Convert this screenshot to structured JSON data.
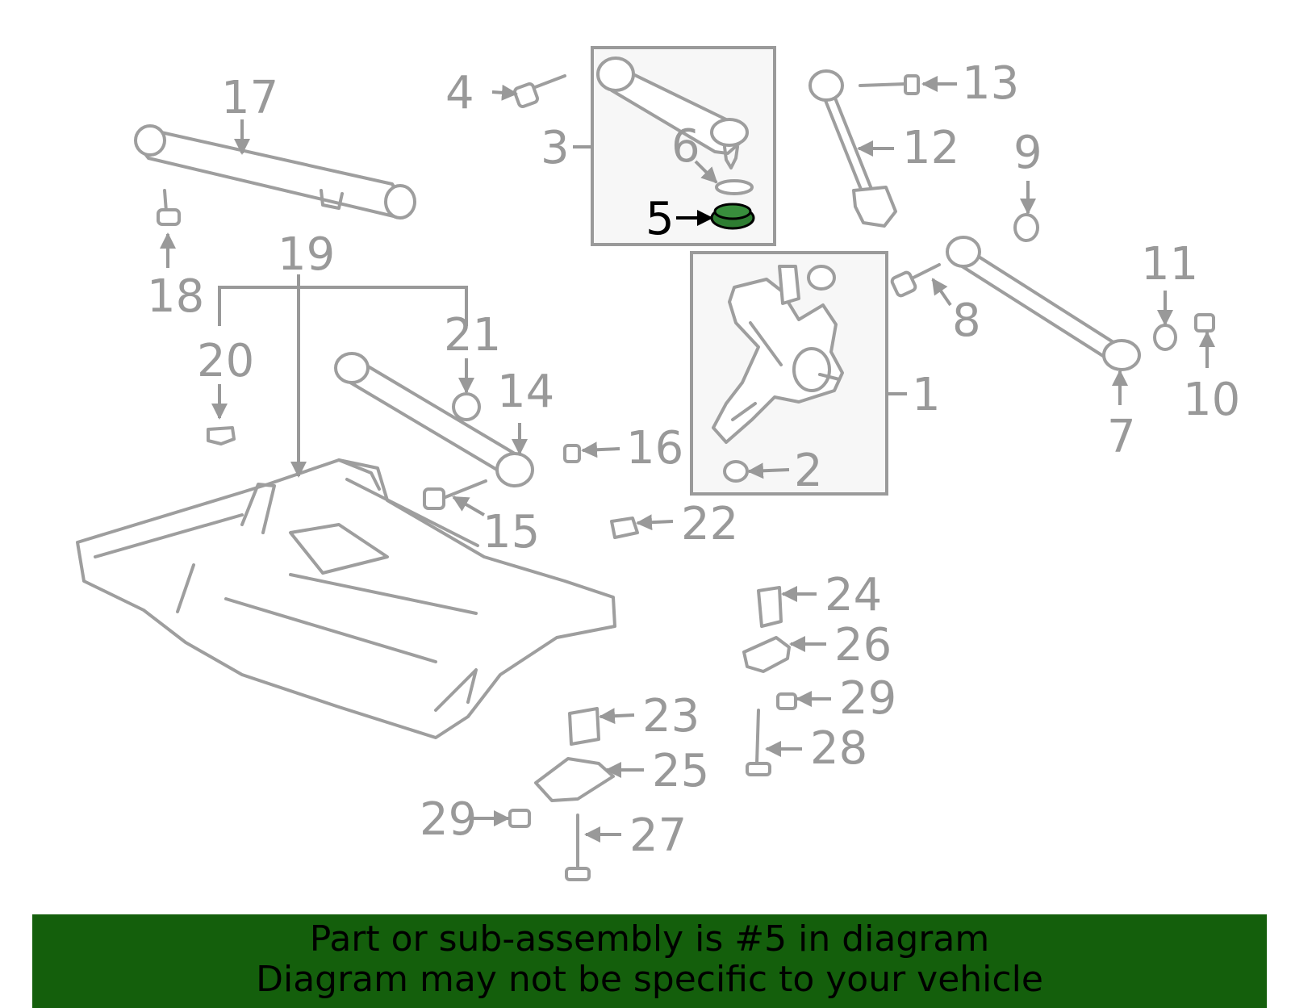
{
  "highlighted_part": "5",
  "colors": {
    "part_line": "#9e9e9e",
    "callout": "#999999",
    "highlight_callout": "#000000",
    "highlight_fill": "#2e7d32",
    "banner_background": "#145f0c",
    "banner_text": "#000000",
    "box_fill": "#f7f7f7"
  },
  "callouts": [
    {
      "id": "c1",
      "label": "1"
    },
    {
      "id": "c2",
      "label": "2"
    },
    {
      "id": "c3",
      "label": "3"
    },
    {
      "id": "c4",
      "label": "4"
    },
    {
      "id": "c5",
      "label": "5"
    },
    {
      "id": "c6",
      "label": "6"
    },
    {
      "id": "c7",
      "label": "7"
    },
    {
      "id": "c8",
      "label": "8"
    },
    {
      "id": "c9",
      "label": "9"
    },
    {
      "id": "c10",
      "label": "10"
    },
    {
      "id": "c11",
      "label": "11"
    },
    {
      "id": "c12",
      "label": "12"
    },
    {
      "id": "c13",
      "label": "13"
    },
    {
      "id": "c14",
      "label": "14"
    },
    {
      "id": "c15",
      "label": "15"
    },
    {
      "id": "c16",
      "label": "16"
    },
    {
      "id": "c17",
      "label": "17"
    },
    {
      "id": "c18",
      "label": "18"
    },
    {
      "id": "c19",
      "label": "19"
    },
    {
      "id": "c20",
      "label": "20"
    },
    {
      "id": "c21",
      "label": "21"
    },
    {
      "id": "c22",
      "label": "22"
    },
    {
      "id": "c23",
      "label": "23"
    },
    {
      "id": "c24",
      "label": "24"
    },
    {
      "id": "c25",
      "label": "25"
    },
    {
      "id": "c26",
      "label": "26"
    },
    {
      "id": "c27",
      "label": "27"
    },
    {
      "id": "c28",
      "label": "28"
    },
    {
      "id": "c29a",
      "label": "29"
    },
    {
      "id": "c29b",
      "label": "29"
    }
  ],
  "banner": {
    "line1": "Part or sub-assembly is #5 in diagram",
    "line2": "Diagram may not be specific to your vehicle"
  }
}
